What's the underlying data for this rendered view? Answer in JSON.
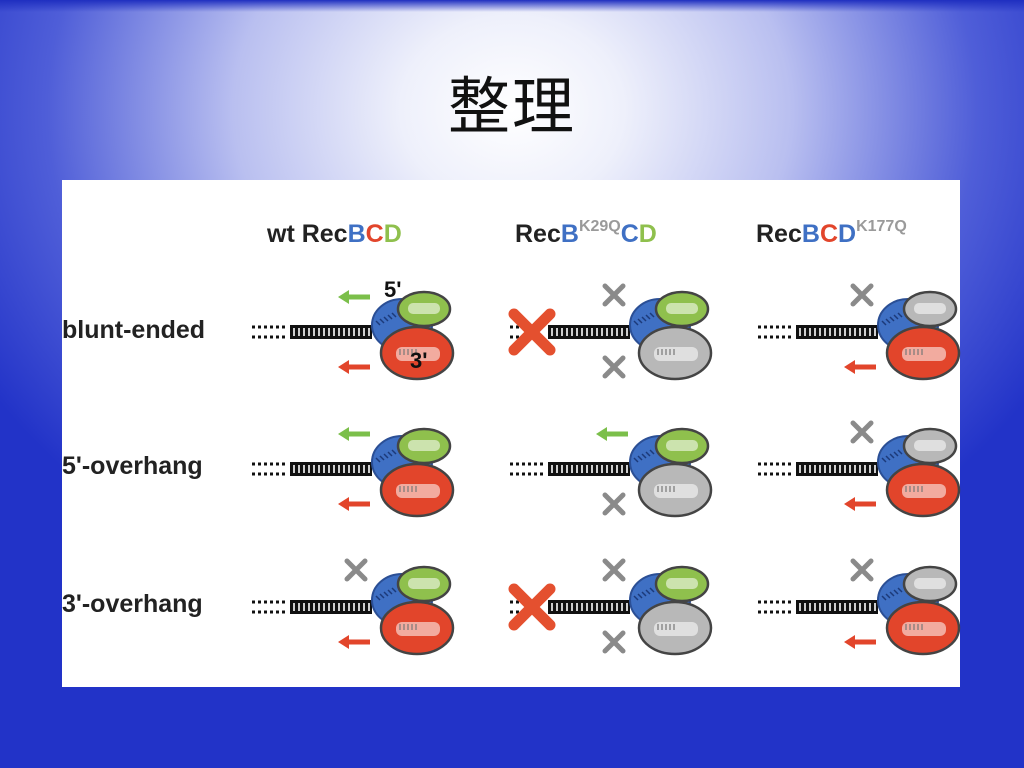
{
  "slide": {
    "title": "整理"
  },
  "columns": [
    {
      "prefix": "wt Rec",
      "b": "B",
      "b_sup": "",
      "c": "C",
      "d": "D",
      "d_sup": ""
    },
    {
      "prefix": "Rec",
      "b": "B",
      "b_sup": "K29Q",
      "c": "C",
      "d": "D",
      "d_sup": ""
    },
    {
      "prefix": "Rec",
      "b": "B",
      "b_sup": "",
      "c": "C",
      "d": "D",
      "d_sup": "K177Q"
    }
  ],
  "rows": [
    {
      "label": "blunt-ended"
    },
    {
      "label": "5'-overhang"
    },
    {
      "label": "3'-overhang"
    }
  ],
  "end_labels": {
    "five_prime": "5'",
    "three_prime": "3'"
  },
  "colors": {
    "recB": "#3f70c4",
    "recC": "#e2452b",
    "recD": "#8fc04d",
    "inactive": "#b8b8b8",
    "arrow_green": "#7bbf4a",
    "arrow_red": "#e2452b",
    "blocked_gray": "#8a8a8a",
    "big_x_red": "#e4502f"
  },
  "diagram": {
    "cells": [
      [
        {
          "d_active": true,
          "c_active": true,
          "green_arrow": "arrow",
          "red_arrow": "arrow",
          "big_x": false,
          "end_labels": true
        },
        {
          "d_active": true,
          "c_active": false,
          "green_arrow": "blocked",
          "red_arrow": "blocked",
          "big_x": true,
          "end_labels": false
        },
        {
          "d_active": false,
          "c_active": true,
          "green_arrow": "blocked",
          "red_arrow": "arrow",
          "big_x": false,
          "end_labels": false
        }
      ],
      [
        {
          "d_active": true,
          "c_active": true,
          "green_arrow": "arrow",
          "red_arrow": "arrow",
          "big_x": false,
          "end_labels": false
        },
        {
          "d_active": true,
          "c_active": false,
          "green_arrow": "arrow",
          "red_arrow": "blocked",
          "big_x": false,
          "end_labels": false
        },
        {
          "d_active": false,
          "c_active": true,
          "green_arrow": "blocked",
          "red_arrow": "arrow",
          "big_x": false,
          "end_labels": false
        }
      ],
      [
        {
          "d_active": true,
          "c_active": true,
          "green_arrow": "blocked",
          "red_arrow": "arrow",
          "big_x": false,
          "end_labels": false
        },
        {
          "d_active": true,
          "c_active": false,
          "green_arrow": "blocked",
          "red_arrow": "blocked",
          "big_x": true,
          "end_labels": false
        },
        {
          "d_active": false,
          "c_active": true,
          "green_arrow": "blocked",
          "red_arrow": "arrow",
          "big_x": false,
          "end_labels": false
        }
      ]
    ]
  }
}
